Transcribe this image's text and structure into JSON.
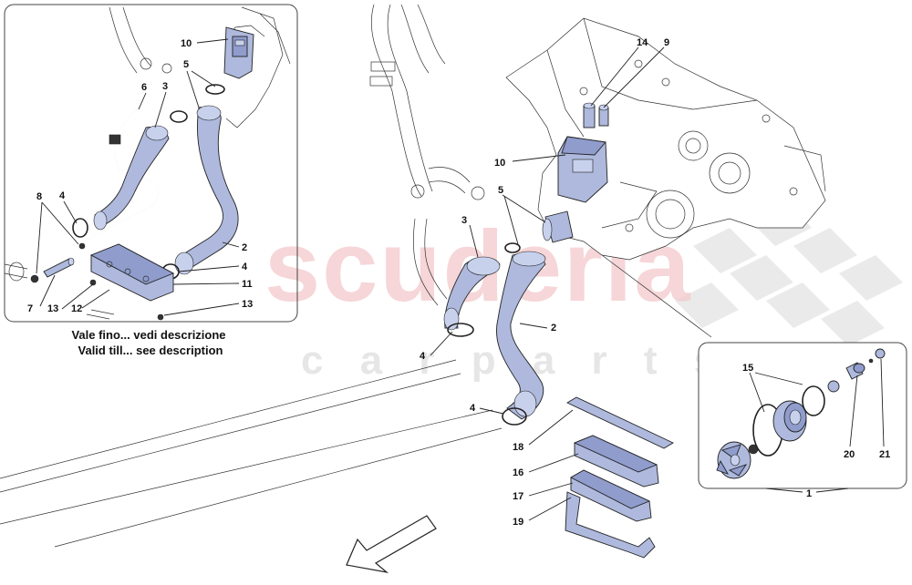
{
  "watermark": {
    "brand": "scuderia",
    "sub": "c a r   p a r t s",
    "color": "#f2c2c4"
  },
  "inset_left": {
    "caption_line1": "Vale fino... vedi descrizione",
    "caption_line2": "Valid till... see description",
    "callouts": [
      "10",
      "5",
      "6",
      "3",
      "8",
      "4",
      "2",
      "4",
      "11",
      "7",
      "13",
      "12",
      "13"
    ]
  },
  "main": {
    "callouts": [
      "14",
      "9",
      "10",
      "5",
      "3",
      "2",
      "4",
      "4",
      "18",
      "16",
      "17",
      "19"
    ]
  },
  "inset_right": {
    "callouts": [
      "15",
      "20",
      "21",
      "1"
    ]
  },
  "colors": {
    "part_fill": "#aeb9dd",
    "line": "#222222"
  },
  "icons": [
    "direction-arrow-icon"
  ]
}
